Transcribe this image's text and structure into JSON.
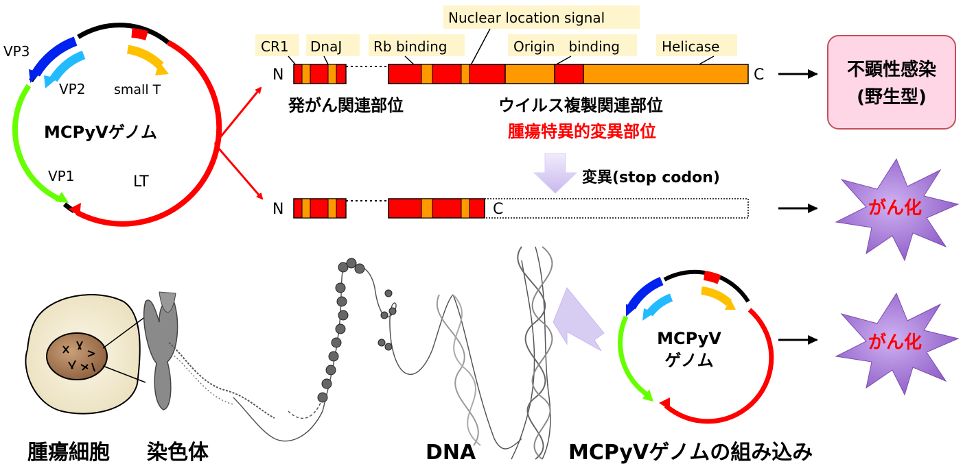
{
  "genome_circle": {
    "title": "MCPyVゲノム",
    "genes": {
      "vp3": "VP3",
      "vp2": "VP2",
      "small_t": "small T",
      "vp1": "VP1",
      "lt": "LT"
    }
  },
  "protein_map": {
    "domain_labels": {
      "cr1": "CR1",
      "dnaj": "DnaJ",
      "rb": "Rb binding",
      "nls": "Nuclear location signal",
      "origin": "Origin　binding",
      "helicase": "Helicase"
    },
    "n_terminus": "N",
    "c_terminus": "C",
    "region_oncogenic": "発がん関連部位",
    "region_replication": "ウイルス複製関連部位",
    "region_mutation": "腫瘍特異的変異部位",
    "mutation_label": "変異(stop codon)"
  },
  "outcomes": {
    "latent": {
      "line1": "不顕性感染",
      "line2": "(野生型)"
    },
    "cancer_1": "がん化",
    "cancer_2": "がん化"
  },
  "bottom": {
    "cell_label": "腫瘍細胞",
    "chromosome_label": "染色体",
    "dna_label": "DNA",
    "integration_label": "MCPyVゲノムの組み込み",
    "small_genome_line1": "MCPyV",
    "small_genome_line2": "ゲノム"
  },
  "colors": {
    "red": "#ff0000",
    "orange": "#ff9900",
    "green": "#66ff00",
    "blue": "#0022ee",
    "cyan": "#22bbff",
    "yellow": "#ffc000",
    "label_bg": "#fff5cc",
    "latent_fill": "#ffd6e6",
    "latent_stroke": "#c0505a",
    "burst_fill": "#9966cc",
    "mutation_text": "#ff0000"
  }
}
